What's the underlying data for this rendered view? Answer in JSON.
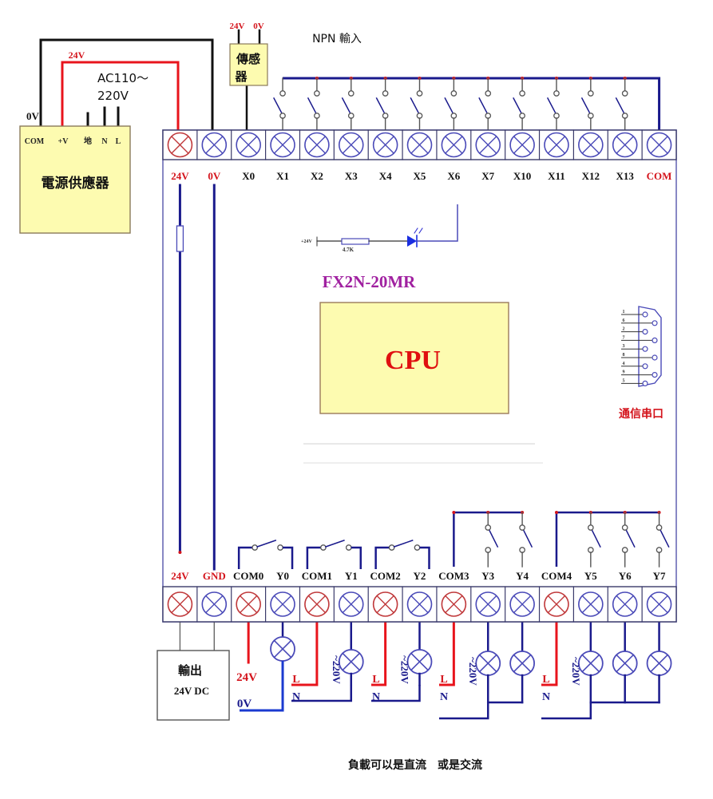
{
  "title": "FX2N-20MR",
  "colors": {
    "wire_blue": "#1a1a8c",
    "wire_red": "#e8141c",
    "wire_black": "#111111",
    "terminal_blue": "#4a4ab8",
    "terminal_red": "#c0393b",
    "label_red": "#d4141c",
    "title_purple": "#a020a0",
    "box_yellow": "#fdfbb0",
    "body_border": "#6b6bb5",
    "gray_wire": "#555555"
  },
  "power_supply": {
    "label": "電源供應器",
    "terminals": [
      "COM",
      "+V",
      "地",
      "N",
      "L"
    ],
    "zero_v_label": "0V",
    "plus_v_label": "24V",
    "ac_label_line1": "AC110～",
    "ac_label_line2": "220V"
  },
  "sensor": {
    "label_line1": "傳感",
    "label_line2": "器",
    "v24_label": "24V",
    "v0_label": "0V"
  },
  "npn_label": "NPN 輸入",
  "input_terminals": [
    {
      "label": "24V",
      "type": "power"
    },
    {
      "label": "0V",
      "type": "power"
    },
    {
      "label": "X0",
      "type": "input"
    },
    {
      "label": "X1",
      "type": "input"
    },
    {
      "label": "X2",
      "type": "input"
    },
    {
      "label": "X3",
      "type": "input"
    },
    {
      "label": "X4",
      "type": "input"
    },
    {
      "label": "X5",
      "type": "input"
    },
    {
      "label": "X6",
      "type": "input"
    },
    {
      "label": "X7",
      "type": "input"
    },
    {
      "label": "X10",
      "type": "input"
    },
    {
      "label": "X11",
      "type": "input"
    },
    {
      "label": "X12",
      "type": "input"
    },
    {
      "label": "X13",
      "type": "input"
    },
    {
      "label": "COM",
      "type": "com"
    }
  ],
  "led_circuit": {
    "supply_label": "+24V",
    "resistor_label": "4.7K"
  },
  "model_label": "FX2N-20MR",
  "cpu_label": "CPU",
  "serial_port": {
    "label": "通信串口",
    "pins": [
      "1",
      "6",
      "2",
      "7",
      "3",
      "8",
      "4",
      "9",
      "5"
    ]
  },
  "output_terminals": [
    {
      "label": "24V",
      "type": "power"
    },
    {
      "label": "GND",
      "type": "power"
    },
    {
      "label": "COM0",
      "type": "com"
    },
    {
      "label": "Y0",
      "type": "output"
    },
    {
      "label": "COM1",
      "type": "com"
    },
    {
      "label": "Y1",
      "type": "output"
    },
    {
      "label": "COM2",
      "type": "com"
    },
    {
      "label": "Y2",
      "type": "output"
    },
    {
      "label": "COM3",
      "type": "com"
    },
    {
      "label": "Y3",
      "type": "output"
    },
    {
      "label": "Y4",
      "type": "output"
    },
    {
      "label": "COM4",
      "type": "com"
    },
    {
      "label": "Y5",
      "type": "output"
    },
    {
      "label": "Y6",
      "type": "output"
    },
    {
      "label": "Y7",
      "type": "output"
    }
  ],
  "output_box": {
    "label_line1": "輸出",
    "label_line2": "24V  DC"
  },
  "load_labels": {
    "dc_plus": "24V",
    "dc_minus": "0V",
    "line": "L",
    "neutral": "N",
    "ac": "~220V"
  },
  "footer_note": "負載可以是直流　或是交流"
}
